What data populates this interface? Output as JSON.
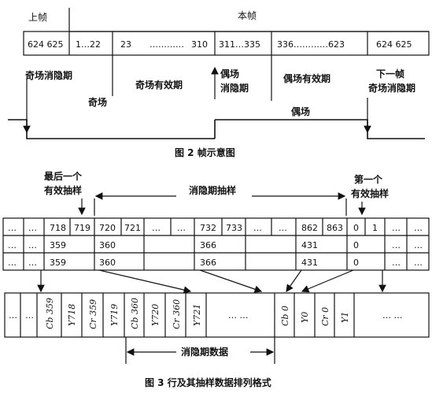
{
  "figure2": {
    "header_prev": "上帧",
    "header_this": "本帧",
    "cells": [
      "624 625",
      "1…22",
      "23",
      "…………",
      "310",
      "311…335",
      "336…………623",
      "624 625"
    ],
    "region_labels": {
      "odd_blank": "奇场消隐期",
      "odd_active": "奇场有效期",
      "even_blank_1": "偶场",
      "even_blank_2": "消隐期",
      "even_active": "偶场有效期",
      "next_1": "下一帧",
      "next_2": "奇场消隐期",
      "odd_field": "奇场",
      "even_field": "偶场"
    },
    "caption": "图 2  帧示意图"
  },
  "figure3": {
    "last_active_1": "最后一个",
    "last_active_2": "有效抽样",
    "blank_sampling": "消隐期抽样",
    "first_active_1": "第一个",
    "first_active_2": "有效抽样",
    "row1": [
      "…",
      "…",
      "718",
      "719",
      "720",
      "721",
      "…",
      "…",
      "732",
      "733",
      "…",
      "…",
      "862",
      "863",
      "0",
      "1",
      "…",
      "…"
    ],
    "row2": [
      "…",
      "…",
      "359",
      "360",
      "366",
      "431",
      "0",
      "…",
      "…"
    ],
    "row3": [
      "…",
      "…",
      "359",
      "360",
      "366",
      "431",
      "0",
      "…",
      "…"
    ],
    "stream": [
      "…",
      "…",
      "Cb 359",
      "Y718",
      "Cr 359",
      "Y719",
      "Cb 360",
      "Y720",
      "Cr 360",
      "Y721",
      "… …",
      "Cb 0",
      "Y0",
      "Cr 0",
      "Y1",
      "… …"
    ],
    "blank_data": "消隐期数据",
    "caption": "图 3  行及其抽样数据排列格式"
  }
}
